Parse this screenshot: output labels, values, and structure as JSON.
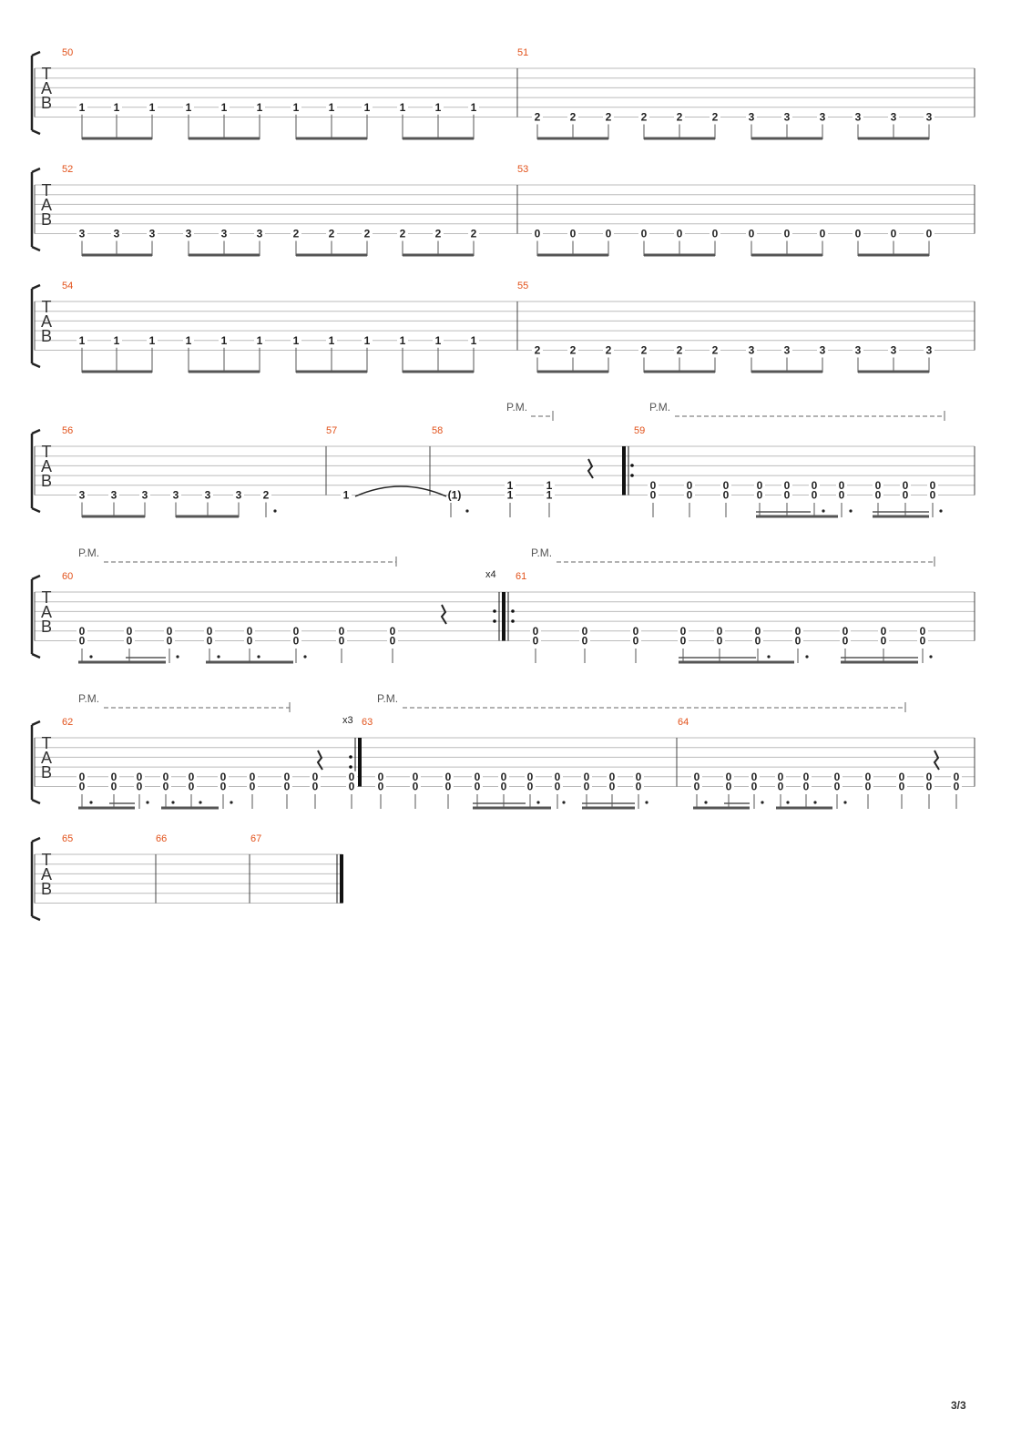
{
  "page": {
    "page_number": "3/3"
  },
  "tab_label": [
    "T",
    "A",
    "B"
  ],
  "labels": {
    "palm_mute": "P.M.",
    "repeat_x4": "x4",
    "repeat_x3": "x3"
  },
  "colors": {
    "measure_number": "#e2521b",
    "staff_line": "#bbbbbb",
    "beam": "#555555"
  },
  "systems": [
    {
      "measures": [
        {
          "number": "50",
          "notes": [
            "1",
            "1",
            "1",
            "1",
            "1",
            "1",
            "1",
            "1",
            "1",
            "1",
            "1",
            "1"
          ],
          "string": "B"
        },
        {
          "number": "51",
          "notes": [
            "2",
            "2",
            "2",
            "2",
            "2",
            "2",
            "3",
            "3",
            "3",
            "3",
            "3",
            "3"
          ],
          "string": "E"
        }
      ]
    },
    {
      "measures": [
        {
          "number": "52",
          "notes": [
            "3",
            "3",
            "3",
            "3",
            "3",
            "3",
            "2",
            "2",
            "2",
            "2",
            "2",
            "2"
          ],
          "string": "E"
        },
        {
          "number": "53",
          "notes": [
            "0",
            "0",
            "0",
            "0",
            "0",
            "0",
            "0",
            "0",
            "0",
            "0",
            "0",
            "0"
          ],
          "string": "E"
        }
      ]
    },
    {
      "measures": [
        {
          "number": "54",
          "notes": [
            "1",
            "1",
            "1",
            "1",
            "1",
            "1",
            "1",
            "1",
            "1",
            "1",
            "1",
            "1"
          ],
          "string": "B"
        },
        {
          "number": "55",
          "notes": [
            "2",
            "2",
            "2",
            "2",
            "2",
            "2",
            "3",
            "3",
            "3",
            "3",
            "3",
            "3"
          ],
          "string": "E"
        }
      ]
    },
    {
      "measures": [
        {
          "number": "56",
          "notes": [
            "3",
            "3",
            "3",
            "3",
            "3",
            "3",
            "2"
          ]
        },
        {
          "number": "57",
          "notes": [
            "1"
          ]
        },
        {
          "number": "58",
          "notes": [
            "(1)",
            "1",
            "1",
            "1",
            "1"
          ]
        },
        {
          "number": "59",
          "notes": [
            "0",
            "0",
            "0",
            "0",
            "0",
            "0",
            "0",
            "0",
            "0",
            "0",
            "0",
            "0",
            "0",
            "0",
            "0",
            "0",
            "0",
            "0",
            "0",
            "0"
          ]
        }
      ]
    },
    {
      "measures": [
        {
          "number": "60",
          "notes": [
            "0",
            "0",
            "0",
            "0",
            "0",
            "0",
            "0",
            "0",
            "0",
            "0",
            "0",
            "0",
            "0",
            "0",
            "0",
            "0"
          ]
        },
        {
          "number": "61",
          "notes": [
            "0",
            "0",
            "0",
            "0",
            "0",
            "0",
            "0",
            "0",
            "0",
            "0",
            "0",
            "0",
            "0",
            "0",
            "0",
            "0",
            "0",
            "0",
            "0",
            "0"
          ]
        }
      ]
    },
    {
      "measures": [
        {
          "number": "62",
          "notes": [
            "0",
            "0",
            "0",
            "0",
            "0",
            "0",
            "0",
            "0",
            "0",
            "0",
            "0",
            "0",
            "0",
            "0",
            "0",
            "0",
            "0",
            "0",
            "0",
            "0"
          ]
        },
        {
          "number": "63",
          "notes": [
            "0",
            "0",
            "0",
            "0",
            "0",
            "0",
            "0",
            "0",
            "0",
            "0",
            "0",
            "0",
            "0",
            "0",
            "0",
            "0",
            "0",
            "0",
            "0",
            "0"
          ]
        },
        {
          "number": "64",
          "notes": [
            "0",
            "0",
            "0",
            "0",
            "0",
            "0",
            "0",
            "0",
            "0",
            "0",
            "0",
            "0",
            "0",
            "0",
            "0",
            "0",
            "0",
            "0",
            "0",
            "0"
          ]
        }
      ]
    },
    {
      "measures": [
        {
          "number": "65",
          "notes": []
        },
        {
          "number": "66",
          "notes": []
        },
        {
          "number": "67",
          "notes": []
        }
      ]
    }
  ]
}
